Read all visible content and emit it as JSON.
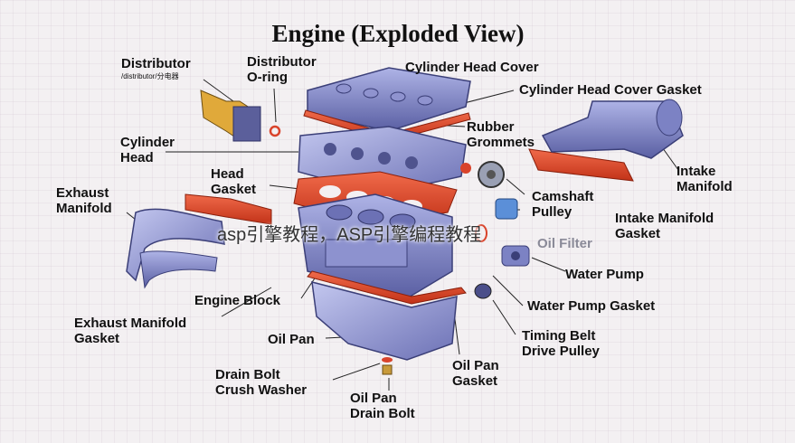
{
  "title": "Engine (Exploded View)",
  "labels": {
    "distributor": "Distributor",
    "distributor_sub": "/distributor/分电器",
    "distributor_oring_1": "Distributor",
    "distributor_oring_2": "O-ring",
    "cylinder_head_cover": "Cylinder Head Cover",
    "cylinder_head_cover_gasket": "Cylinder Head Cover Gasket",
    "rubber_grommets_1": "Rubber",
    "rubber_grommets_2": "Grommets",
    "cylinder_head_1": "Cylinder",
    "cylinder_head_2": "Head",
    "head_gasket_1": "Head",
    "head_gasket_2": "Gasket",
    "exhaust_manifold_1": "Exhaust",
    "exhaust_manifold_2": "Manifold",
    "intake_manifold_1": "Intake",
    "intake_manifold_2": "Manifold",
    "camshaft_pulley_1": "Camshaft",
    "camshaft_pulley_2": "Pulley",
    "oil_filter": "Oil Filter",
    "intake_manifold_gasket_1": "Intake Manifold",
    "intake_manifold_gasket_2": "Gasket",
    "water_pump": "Water Pump",
    "engine_block": "Engine Block",
    "water_pump_gasket": "Water Pump Gasket",
    "exhaust_manifold_gasket_1": "Exhaust Manifold",
    "exhaust_manifold_gasket_2": "Gasket",
    "oil_pan": "Oil Pan",
    "timing_belt_1": "Timing Belt",
    "timing_belt_2": "Drive Pulley",
    "oil_pan_gasket_1": "Oil Pan",
    "oil_pan_gasket_2": "Gasket",
    "drain_bolt_washer_1": "Drain Bolt",
    "drain_bolt_washer_2": "Crush Washer",
    "oil_pan_drain_bolt_1": "Oil Pan",
    "oil_pan_drain_bolt_2": "Drain Bolt"
  },
  "watermark": "asp引擎教程，ASP引擎编程教程",
  "colors": {
    "part_blue": "#7c82c4",
    "part_dark": "#4b4f8a",
    "gasket_red": "#d9432b",
    "distributor_gold": "#e0a93a"
  }
}
